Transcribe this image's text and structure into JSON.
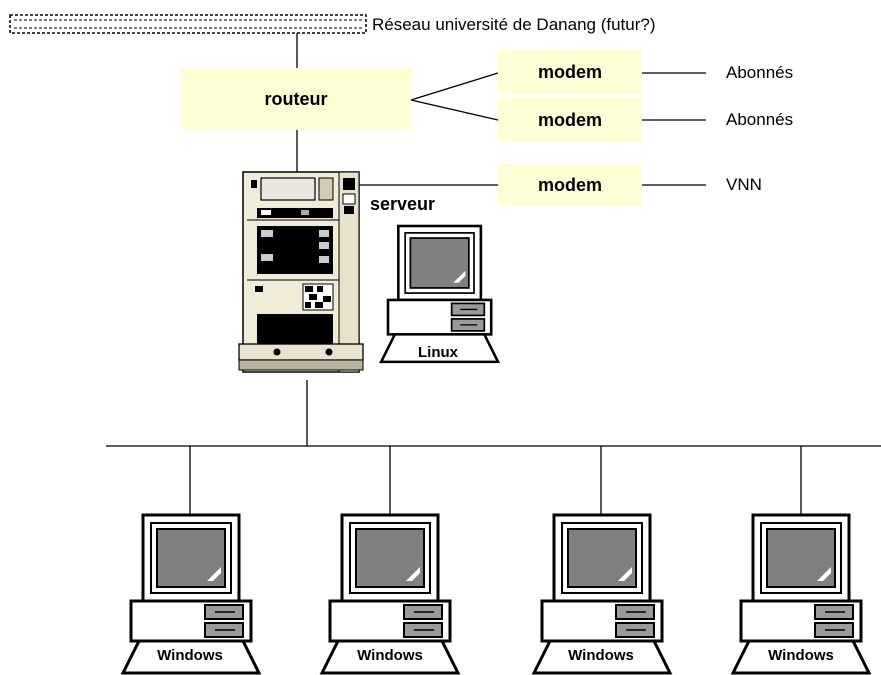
{
  "network": {
    "label": "Réseau université de Danang (futur?)"
  },
  "router": {
    "label": "routeur"
  },
  "modems": [
    {
      "label": "modem",
      "target": "Abonnés"
    },
    {
      "label": "modem",
      "target": "Abonnés"
    },
    {
      "label": "modem",
      "target": "VNN"
    }
  ],
  "server": {
    "label": "serveur"
  },
  "linux_pc": {
    "label": "Linux"
  },
  "clients": [
    {
      "label": "Windows"
    },
    {
      "label": "Windows"
    },
    {
      "label": "Windows"
    },
    {
      "label": "Windows"
    }
  ]
}
